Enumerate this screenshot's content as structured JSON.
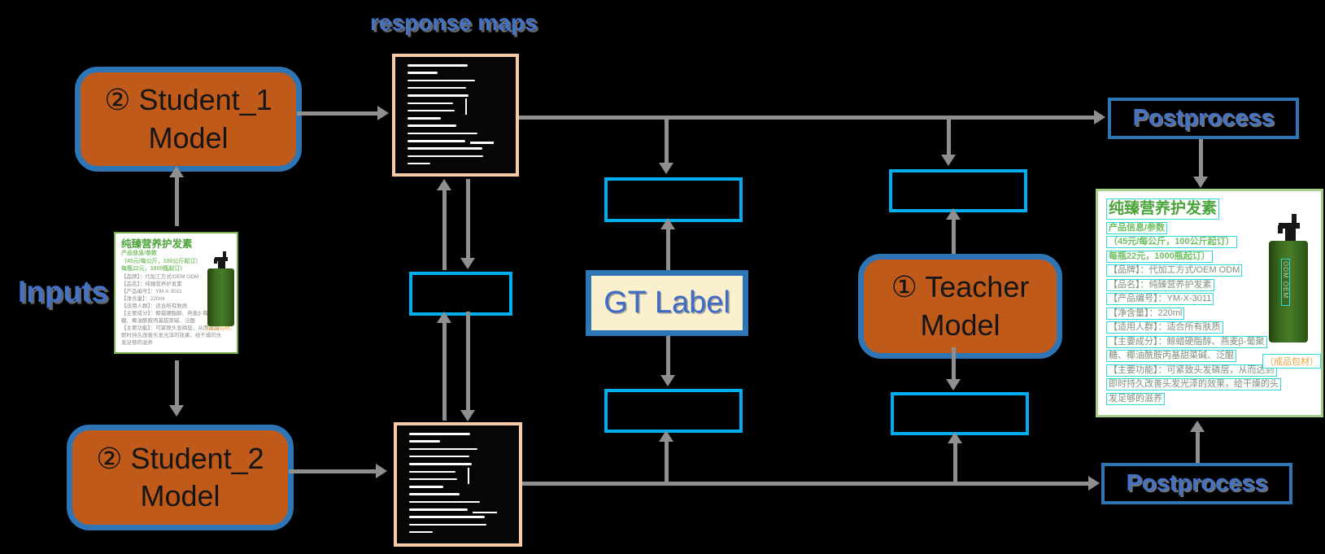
{
  "title": "response maps",
  "inputs_label": "Inputs",
  "nodes": {
    "student1": {
      "line1": "② Student_1",
      "line2": "Model"
    },
    "student2": {
      "line1": "② Student_2",
      "line2": "Model"
    },
    "teacher": {
      "line1": "① Teacher",
      "line2": "Model"
    },
    "gt_label": "GT Label",
    "postprocess": "Postprocess"
  },
  "product": {
    "lines": [
      "纯臻营养护发素",
      "产品信息/参数",
      "（45元/每公斤，100公斤起订）",
      "每瓶22元，1000瓶起订）",
      "【品牌】：代加工方式/OEM ODM",
      "【品名】：纯臻营养护发素",
      "【产品编号】：YM-X-3011",
      "【净含量】：220ml",
      "【适用人群】：适合所有肤质",
      "【主要成分】：鲸蜡硬脂醇、燕麦β-葡聚",
      "糖、椰油酰胺丙基甜菜碱、泛醌",
      "【主要功能】：可紧致头发磷层，从而达到",
      "即时持久改善头发光泽的效果，给干燥的头",
      "发足够的滋养"
    ],
    "packaging": "（成品包材）",
    "bottle_text": "ODM OEM"
  },
  "response_map": {
    "lines": [
      50,
      25,
      56,
      49,
      51,
      38,
      39,
      28,
      41,
      58,
      48,
      62,
      63,
      19
    ]
  },
  "colors": {
    "background": "#000000",
    "node_orange_fill": "#c05a1b",
    "node_blue_border": "#2e75b6",
    "small_box_cyan": "#00aeef",
    "response_map_border": "#f6cba5",
    "arrow_gray": "#8f8f8f",
    "label_blue": "#4472c4",
    "gt_label_fill": "#fbf0ce",
    "input_card_border": "#6fae4b",
    "output_card_border": "#a8d08d",
    "detection_box_cyan": "#2ed9d9",
    "product_title_green": "#4ca33c",
    "packaging_orange": "#f0a23c"
  }
}
